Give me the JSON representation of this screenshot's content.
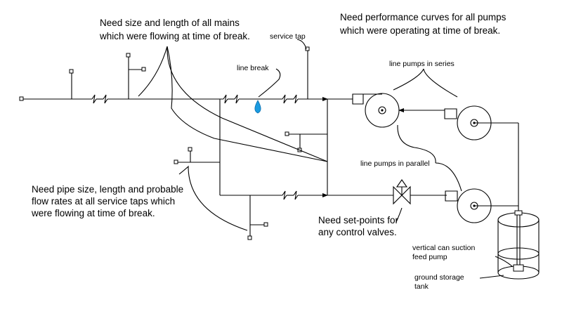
{
  "notes": {
    "mains": [
      "Need size and length of all mains",
      "which were flowing at time of break."
    ],
    "pumps": [
      "Need performance curves for all pumps",
      "which were operating at time of break."
    ],
    "taps": [
      "Need pipe size, length and probable",
      "flow rates at all service taps which",
      "were flowing at time of break."
    ],
    "valves": [
      "Need set-points for",
      "any control valves."
    ]
  },
  "labels": {
    "service_tap": "service tap",
    "line_break": "line break",
    "series": "line pumps in series",
    "parallel": "line pumps in parallel",
    "can_pump": [
      "vertical can suction",
      "feed pump"
    ],
    "tank": [
      "ground storage",
      "tank"
    ]
  },
  "colors": {
    "water_drop": "#1a9be0",
    "line": "#000000"
  }
}
